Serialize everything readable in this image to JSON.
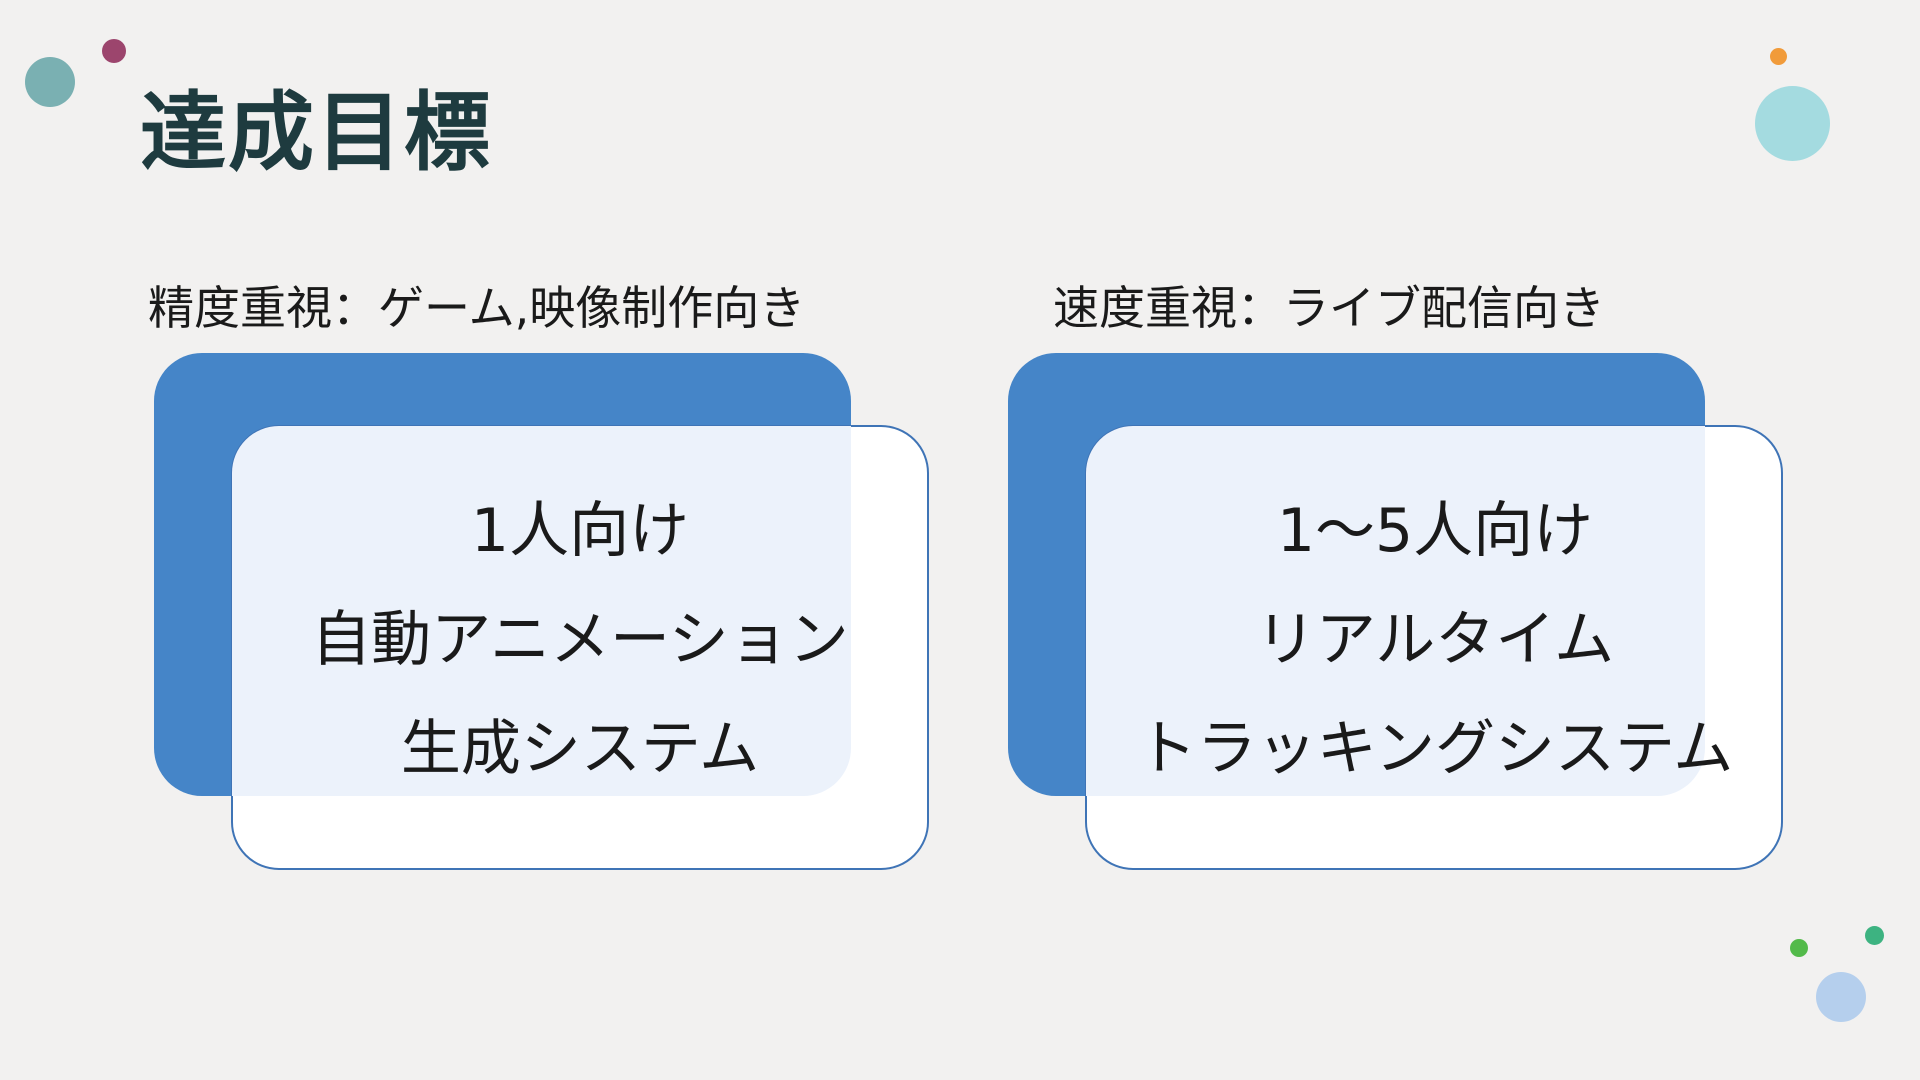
{
  "colors": {
    "background": "#f2f1f0",
    "title_text": "#1e3b3f",
    "body_text": "#1a1a1a",
    "card_back": "#4585c8",
    "card_front": "#ffffff",
    "card_front_border": "#3f74b6",
    "overlap_tint": "#ecf2fb"
  },
  "title": "達成目標",
  "columns": [
    {
      "heading": "精度重視：ゲーム,映像制作向き",
      "card_lines": [
        "1人向け",
        "自動アニメーション",
        "生成システム"
      ]
    },
    {
      "heading": "速度重視：ライブ配信向き",
      "card_lines": [
        "1～5人向け",
        "リアルタイム",
        "トラッキングシステム"
      ]
    }
  ],
  "decorations": [
    {
      "name": "teal-dot",
      "color": "#7ab0b2"
    },
    {
      "name": "plum-dot",
      "color": "#9c456d"
    },
    {
      "name": "orange-dot",
      "color": "#f19b3a"
    },
    {
      "name": "aqua-dot",
      "color": "#a4dbe0"
    },
    {
      "name": "green-dot",
      "color": "#53ba4a"
    },
    {
      "name": "emerald-dot",
      "color": "#3db381"
    },
    {
      "name": "periwinkle-dot",
      "color": "#b5cfed"
    }
  ]
}
